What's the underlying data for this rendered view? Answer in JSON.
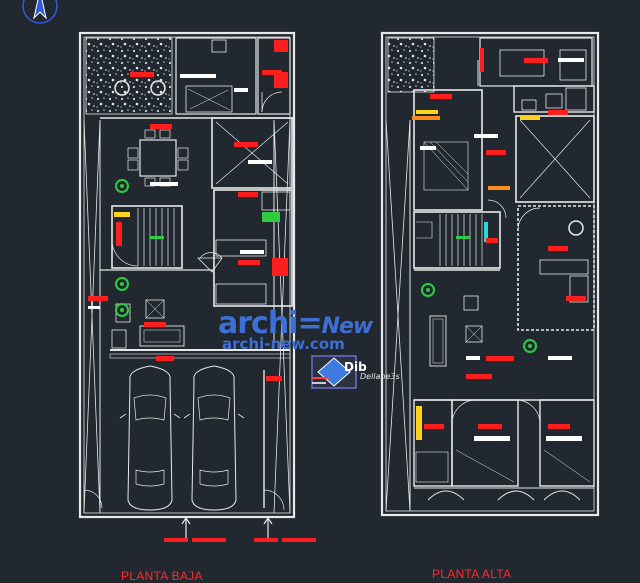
{
  "labels": {
    "ground_floor": "PLANTA BAJA",
    "upper_floor": "PLANTA ALTA"
  },
  "watermark": {
    "brand_main": "archi",
    "brand_suffix": "New",
    "brand_url": "archi-new.com",
    "logo_badge": "Dib",
    "logo_script": "Dellane3s"
  },
  "colors": {
    "background": "#212830",
    "lines": "#e8e8e8",
    "accent": "#ff1e1e",
    "yellow": "#ffd21e",
    "green": "#2ecc40",
    "cyan": "#2bd6d6",
    "watermark": "#3d6fd6"
  },
  "icons": [
    "north-arrow-icon",
    "tree-plant-icon",
    "car-icon",
    "stair-icon",
    "door-swing-icon"
  ]
}
